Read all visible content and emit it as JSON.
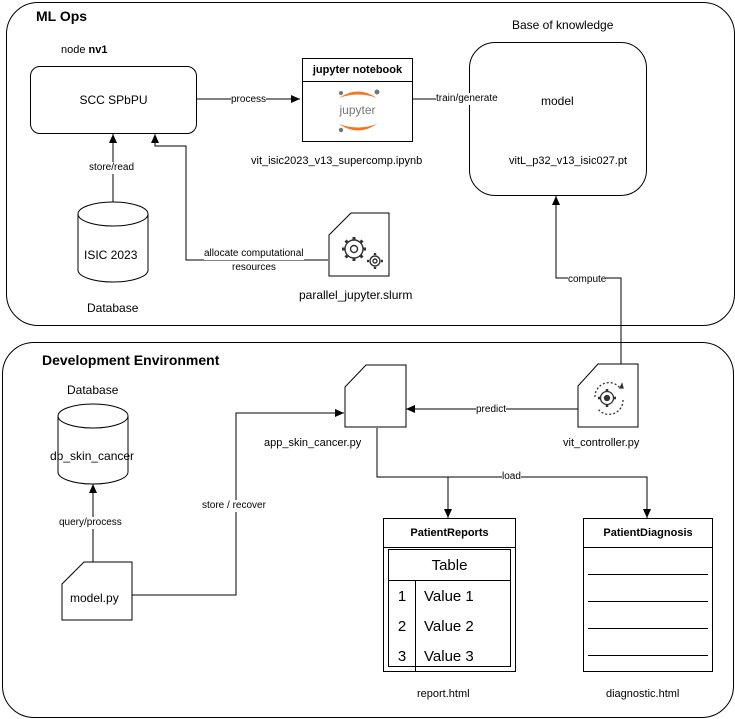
{
  "groups": {
    "mlops_title": "ML Ops",
    "dev_title": "Development Environment"
  },
  "mlops": {
    "node_label_prefix": "node ",
    "node_label_bold": "nv1",
    "scc_box": "SCC SPbPU",
    "kb_title": "Base of knowledge",
    "jupyter_header": "jupyter notebook",
    "jupyter_logo_text": "jupyter",
    "notebook_file": "vit_isic2023_v13_supercomp.ipynb",
    "model_doc": "model",
    "model_file": "vitL_p32_v13_isic027.pt",
    "db_cylinder": "ISIC 2023",
    "db_caption": "Database",
    "slurm_file": "parallel_jupyter.slurm"
  },
  "dev": {
    "db_caption": "Database",
    "db_cylinder": "db_skin_cancer",
    "app_file": "app_skin_cancer.py",
    "controller_file": "vit_controller.py",
    "model_py": "model.py",
    "reports_title": "PatientReports",
    "reports_table_header": "Table",
    "reports_rows": [
      {
        "num": "1",
        "value": "Value 1"
      },
      {
        "num": "2",
        "value": "Value 2"
      },
      {
        "num": "3",
        "value": "Value 3"
      }
    ],
    "diagnosis_title": "PatientDiagnosis",
    "report_file": "report.html",
    "diagnostic_file": "diagnostic.html"
  },
  "edges": {
    "process": "process",
    "train": "train/generate",
    "store_read": "store/read",
    "allocate_1": "allocate computational",
    "allocate_2": "resources",
    "compute": "compute",
    "predict": "predict",
    "load": "load",
    "store_recover": "store / recover",
    "query_process": "query/process"
  },
  "colors": {
    "jupyter_orange": "#F37626",
    "jupyter_gray": "#767677",
    "stroke": "#000000"
  },
  "icons": {
    "gears": "gears-icon",
    "refresh_gear": "refresh-gear-icon",
    "jupyter_logo": "jupyter-logo-icon"
  }
}
